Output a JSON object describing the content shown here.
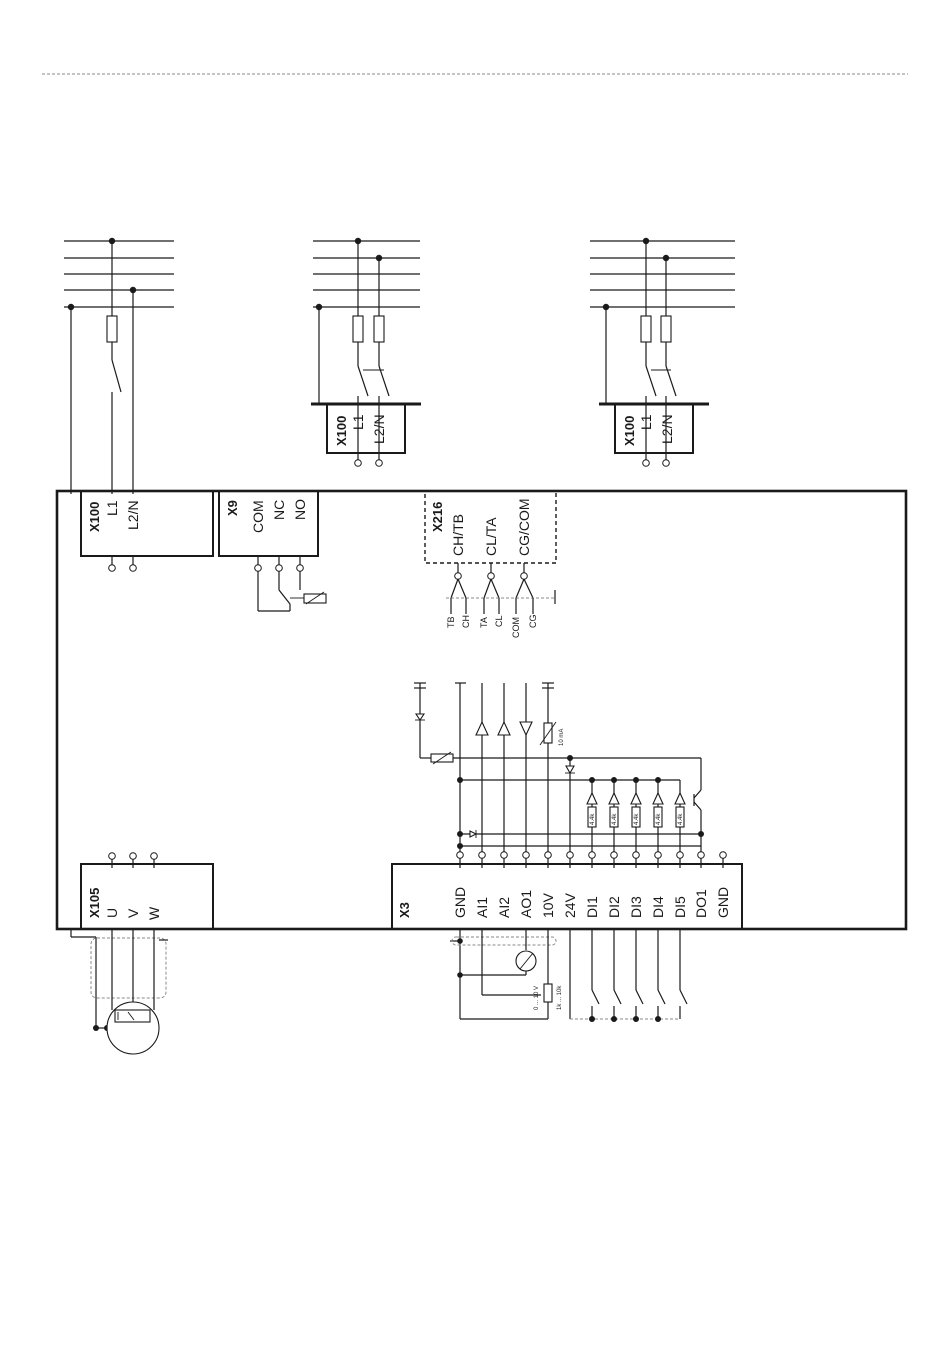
{
  "supply_left": {
    "block": "X100",
    "pins": [
      "L1",
      "L2/N"
    ]
  },
  "supply_middle": {
    "block": "X100",
    "pins": [
      "L1",
      "L2/N"
    ]
  },
  "supply_right": {
    "block": "X100",
    "pins": [
      "L1",
      "L2/N"
    ]
  },
  "relay_block": {
    "block": "X9",
    "pins": [
      "COM",
      "NC",
      "NO"
    ]
  },
  "comm_block": {
    "block": "X216",
    "pins": [
      "CH/TB",
      "CL/TA",
      "CG/COM"
    ],
    "wire_labels": [
      "TB",
      "CH",
      "TA",
      "CL",
      "COM",
      "CG"
    ]
  },
  "motor_block": {
    "block": "X105",
    "pins": [
      "U",
      "V",
      "W"
    ]
  },
  "io_block": {
    "block": "X3",
    "pins": [
      "GND",
      "AI1",
      "AI2",
      "AO1",
      "10V",
      "24V",
      "DI1",
      "DI2",
      "DI3",
      "DI4",
      "DI5",
      "DO1",
      "GND"
    ]
  },
  "annotations": {
    "current": "10 mA",
    "resistor": "4.4k",
    "pot_range": "0 ... 10 V",
    "pot_value": "1k ... 10k"
  }
}
